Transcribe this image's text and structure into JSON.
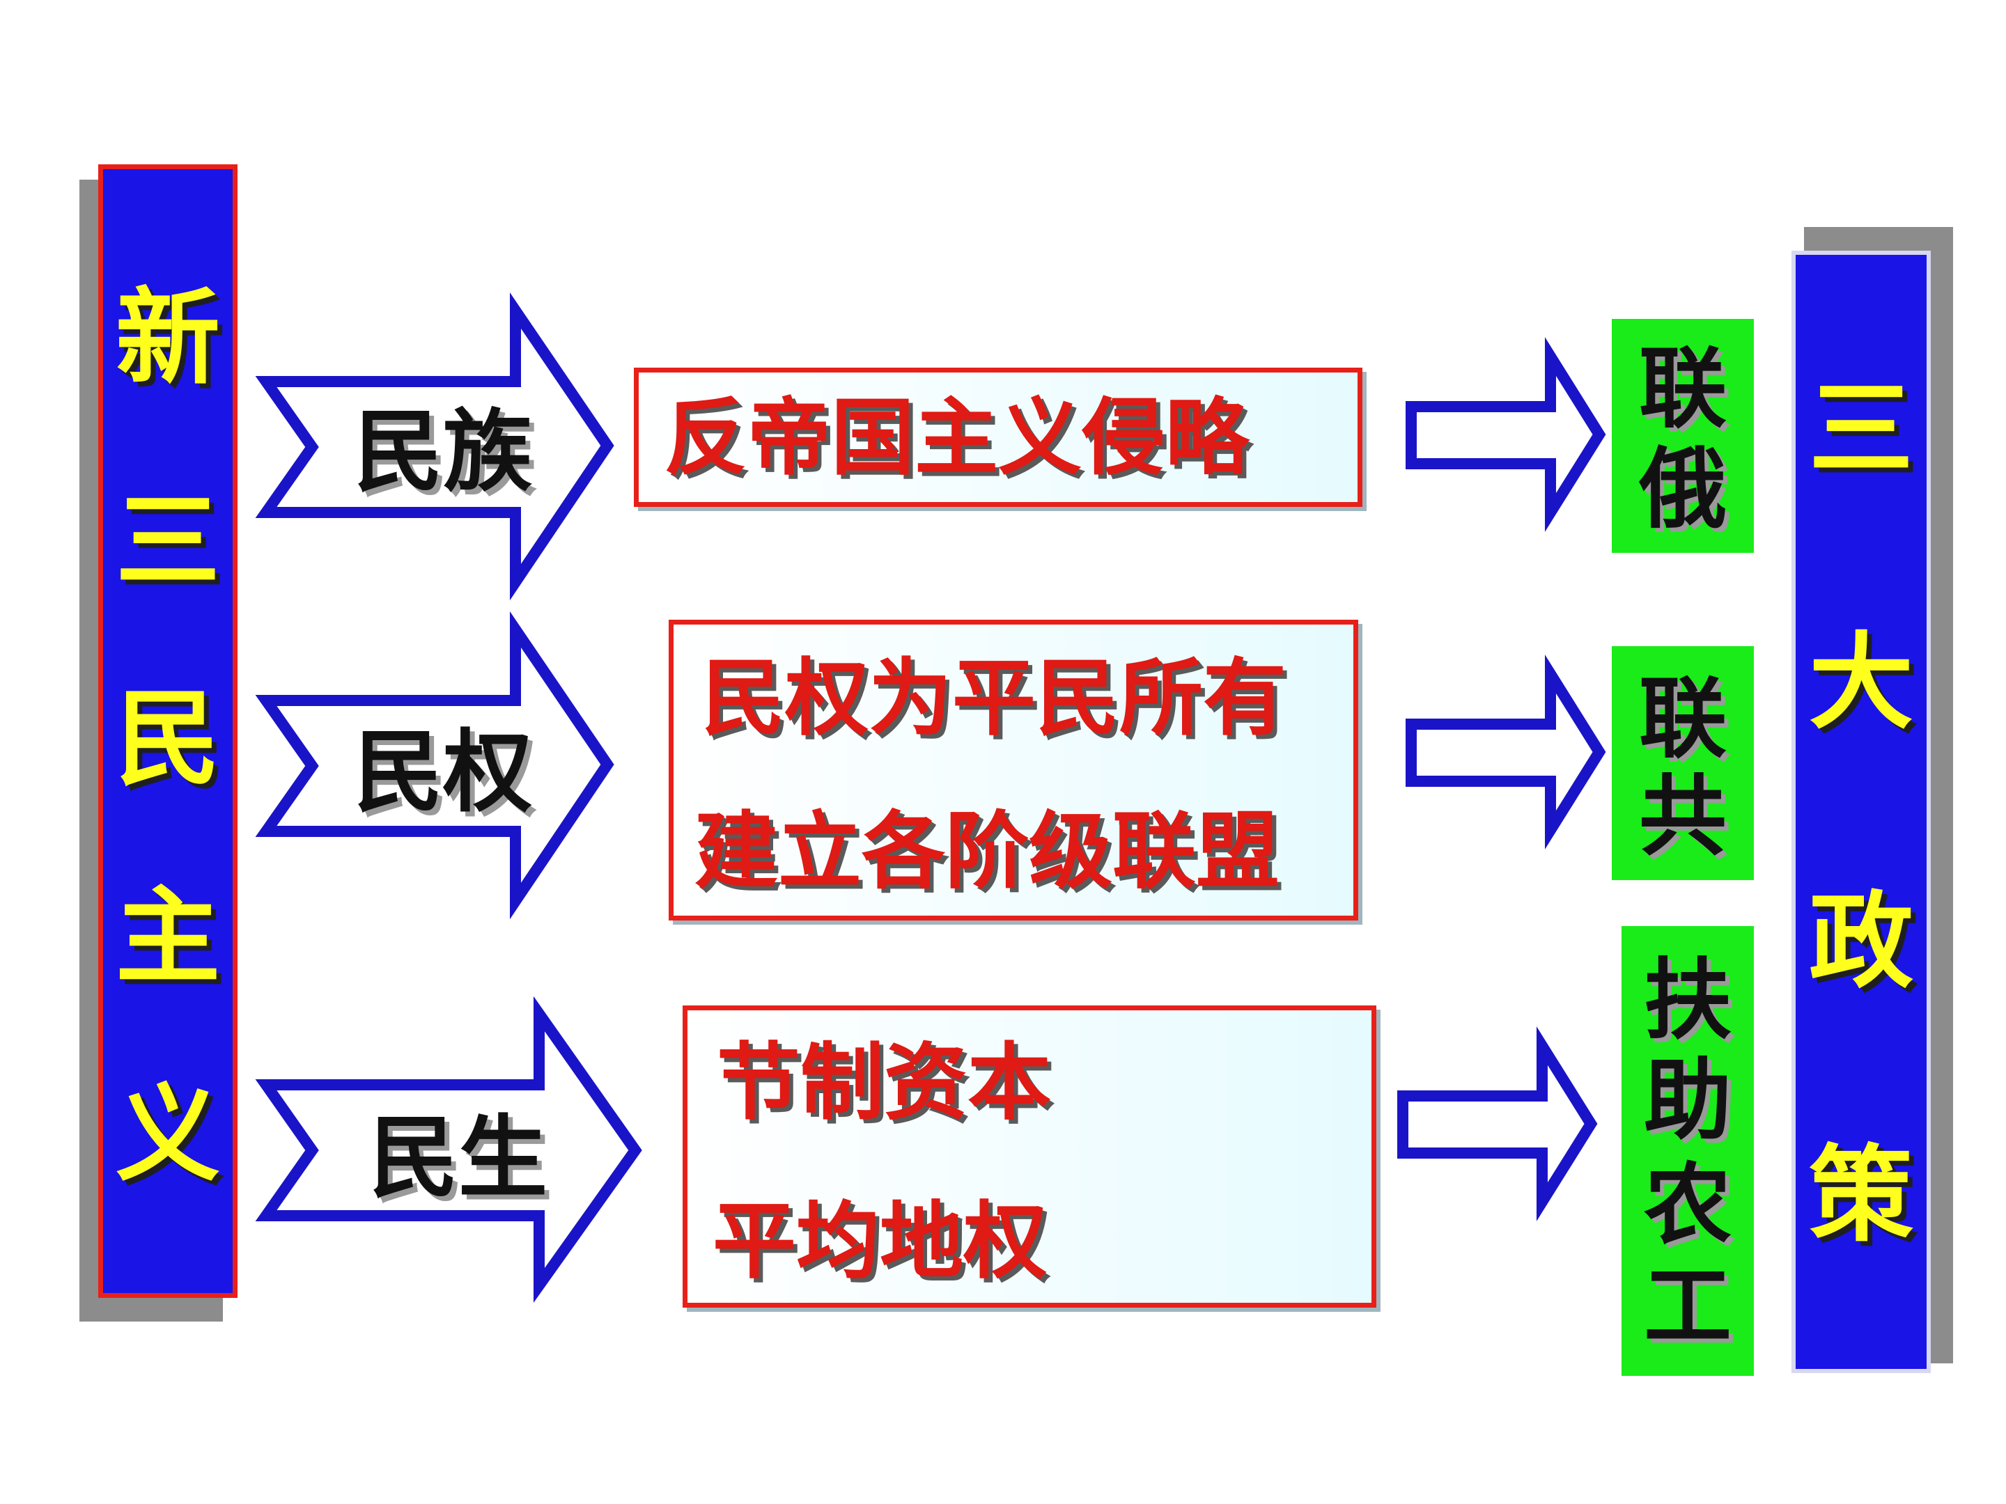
{
  "left_banner": {
    "chars": [
      "新",
      "三",
      "民",
      "主",
      "义"
    ]
  },
  "rows": [
    {
      "arrow_label": "民族",
      "box_lines": [
        "反帝国主义侵略"
      ],
      "policy_chars": [
        "联",
        "俄"
      ]
    },
    {
      "arrow_label": "民权",
      "box_lines": [
        "民权为平民所有",
        "建立各阶级联盟"
      ],
      "policy_chars": [
        "联",
        "共"
      ]
    },
    {
      "arrow_label": "民生",
      "box_lines": [
        "节制资本",
        "平均地权"
      ],
      "policy_chars": [
        "扶",
        "助",
        "农",
        "工"
      ]
    }
  ],
  "right_banner": {
    "chars": [
      "三",
      "大",
      "政",
      "策"
    ]
  },
  "colors": {
    "banner_blue": "#1a14e6",
    "banner_text": "#ffff1e",
    "box_border": "#e8201a",
    "box_text": "#e01a14",
    "policy_green": "#19ec19",
    "arrow_outline": "#1a14c8"
  }
}
